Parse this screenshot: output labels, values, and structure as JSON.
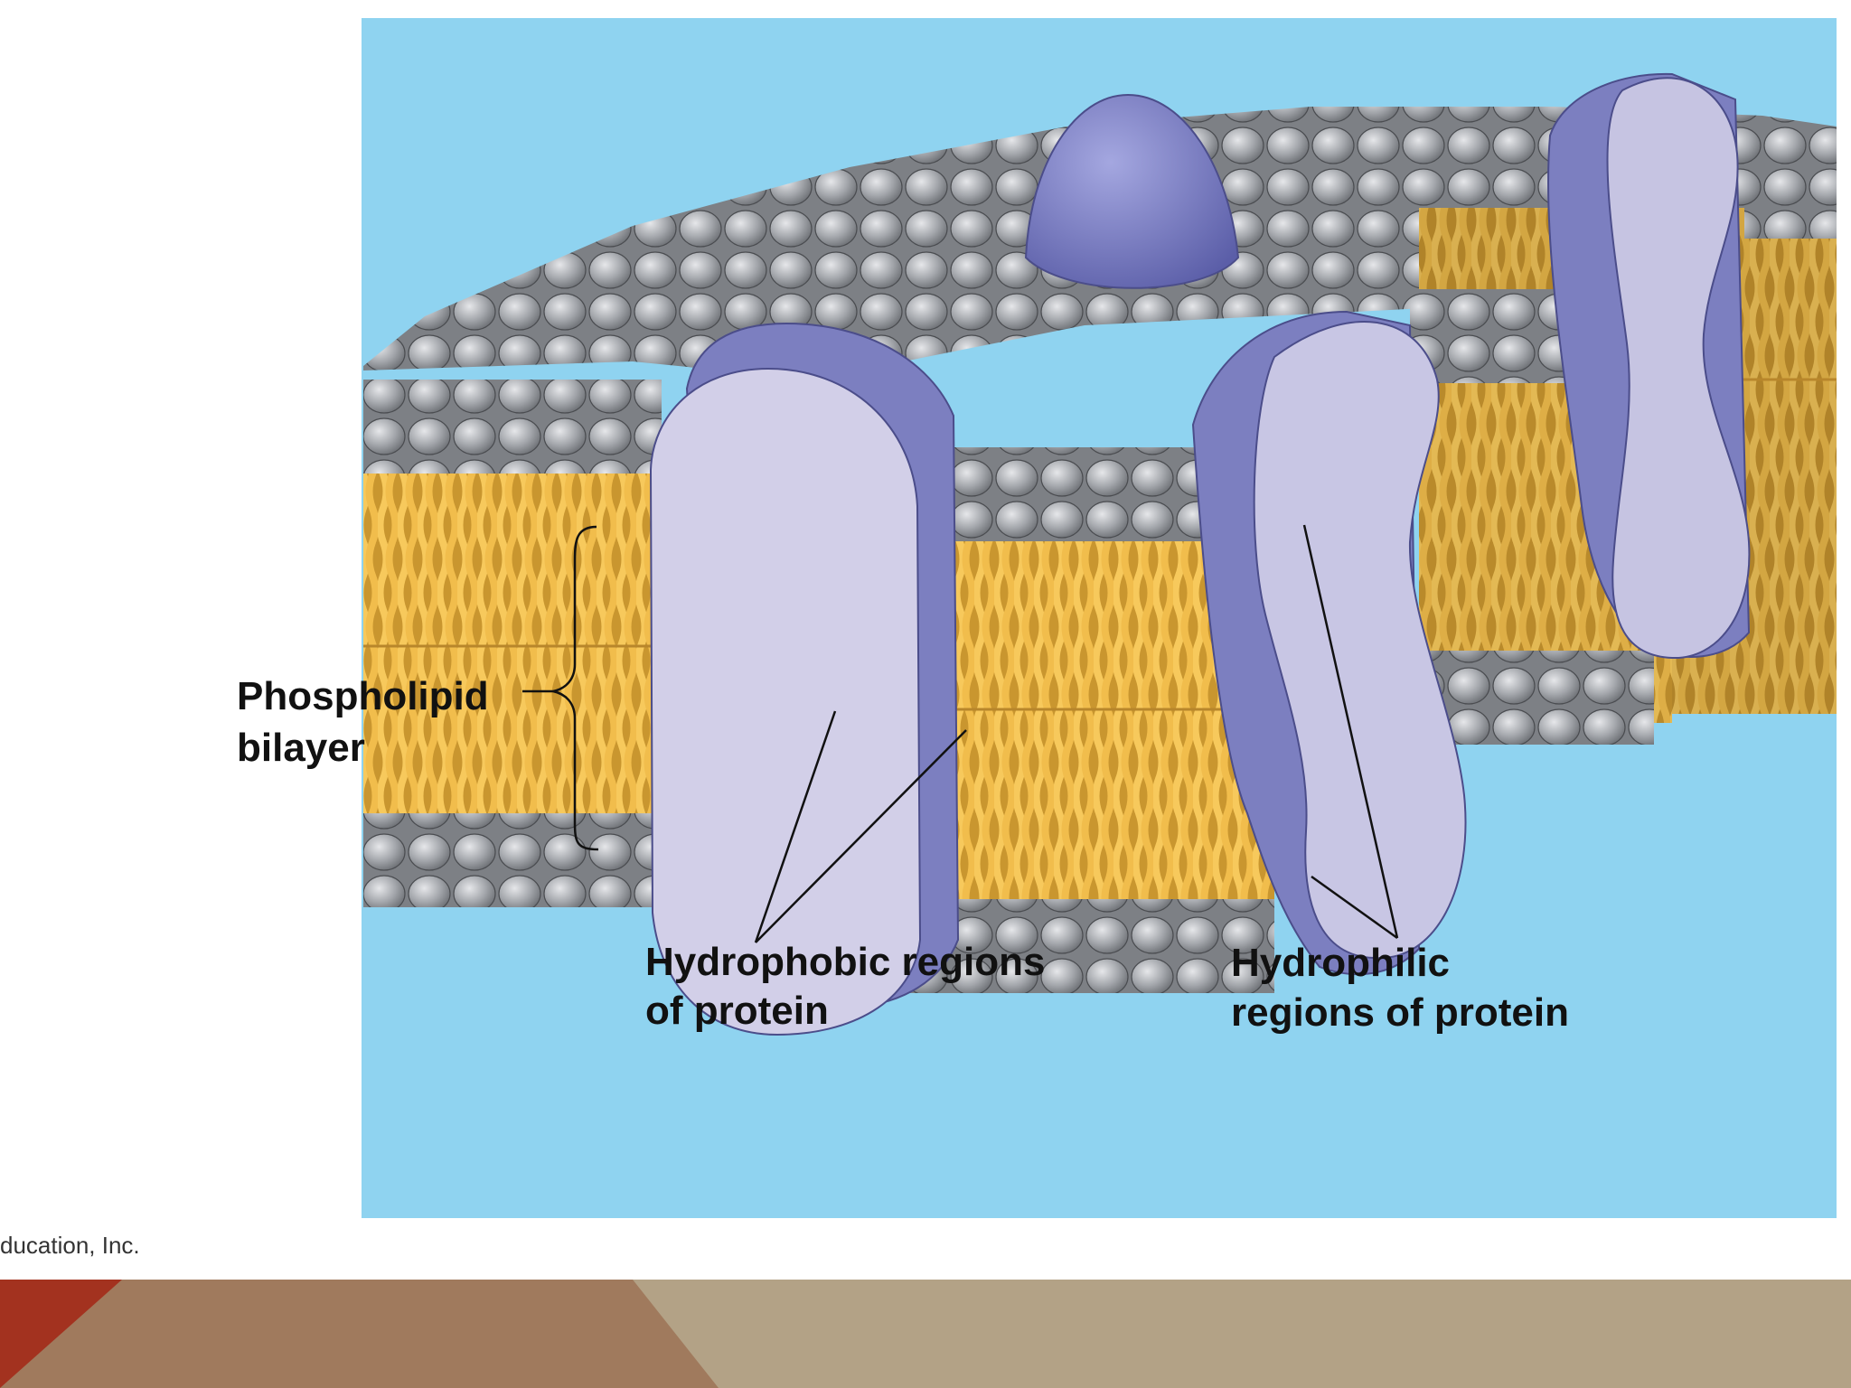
{
  "colors": {
    "background": "#ffffff",
    "water": "#8fd3f0",
    "lipid_tails": "#f5c45a",
    "phospholipid_heads": "#8e9196",
    "protein_face": "#cfcbe6",
    "protein_side": "#7c7fc0",
    "footer_red": "#a3321f",
    "footer_brown": "#a07a5d",
    "footer_tan": "#b3a286"
  },
  "labels": {
    "phospholipid_line1": "Phospholipid",
    "phospholipid_line2": "bilayer",
    "hydrophobic_line1": "Hydrophobic regions",
    "hydrophobic_line2": "of protein",
    "hydrophilic_line1": "Hydrophilic",
    "hydrophilic_line2": "regions of protein"
  },
  "credit": "ducation, Inc."
}
